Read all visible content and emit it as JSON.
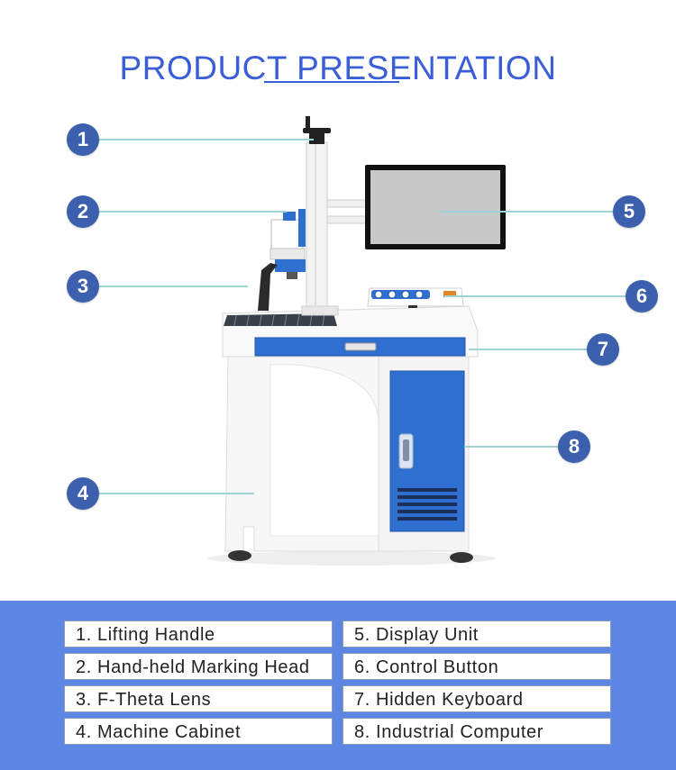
{
  "header": {
    "title": "PRODUCT PRESENTATION"
  },
  "callouts": [
    {
      "number": "1"
    },
    {
      "number": "2"
    },
    {
      "number": "3"
    },
    {
      "number": "4"
    },
    {
      "number": "5"
    },
    {
      "number": "6"
    },
    {
      "number": "7"
    },
    {
      "number": "8"
    }
  ],
  "legend": {
    "left": [
      "1. Lifting Handle",
      "2. Hand-held Marking Head",
      "3. F-Theta Lens",
      "4. Machine Cabinet"
    ],
    "right": [
      "5. Display Unit",
      "6. Control Button",
      "7. Hidden Keyboard",
      "8. Industrial Computer"
    ]
  },
  "colors": {
    "accent": "#3a5ed8",
    "badge": "#3c5fae",
    "legend_band": "#5d86e4",
    "cabinet_blue": "#2f6fd0"
  }
}
